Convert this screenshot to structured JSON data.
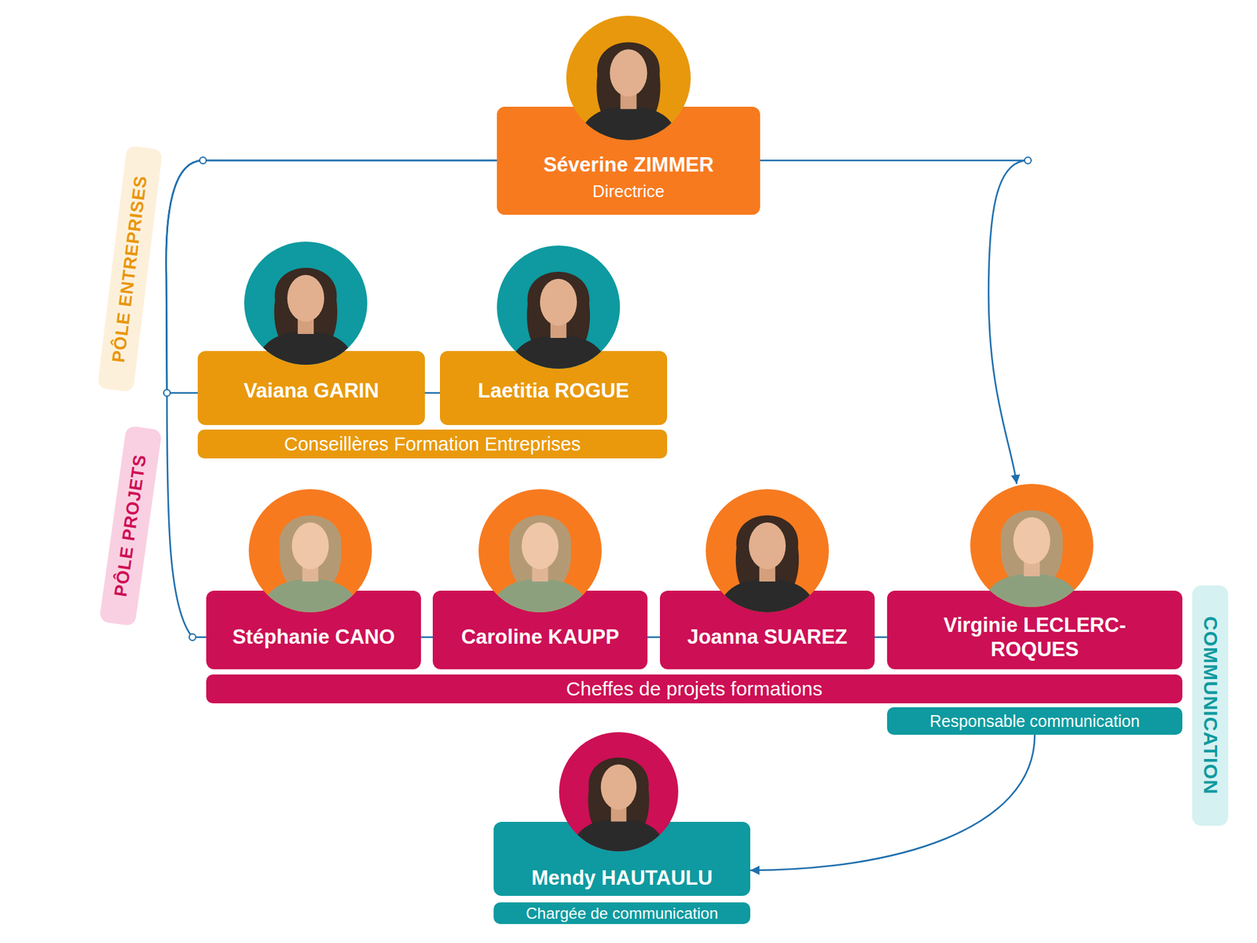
{
  "diagram": {
    "nodes": [
      {
        "text": [
          "Séverine ZIMMER",
          "Directrice"
        ]
      },
      {
        "text": [
          "PÔLE ENTREPRISES"
        ]
      },
      {
        "text": [
          "Vaiana GARIN"
        ]
      },
      {
        "text": [
          "Laetitia ROGUE"
        ]
      },
      {
        "text": [
          "Conseillères Formation Entreprises"
        ]
      },
      {
        "text": [
          "PÔLE PROJETS"
        ]
      },
      {
        "text": [
          "Stéphanie CANO"
        ]
      },
      {
        "text": [
          "Caroline KAUPP"
        ]
      },
      {
        "text": [
          "Joanna SUAREZ"
        ]
      },
      {
        "text": [
          "Virginie LECLERC-ROQUES"
        ]
      },
      {
        "text": [
          "COMMUNICATION"
        ]
      },
      {
        "text": [
          "Cheffes de projets formations"
        ]
      },
      {
        "text": [
          "Responsable communication"
        ]
      },
      {
        "text": [
          "Mendy HAUTAULU"
        ]
      },
      {
        "text": [
          "Chargée de communication"
        ]
      }
    ],
    "edges": [
      {
        "from": 0,
        "to": 2,
        "arrow": "none"
      },
      {
        "from": 0,
        "to": 6,
        "arrow": "none"
      },
      {
        "from": 2,
        "to": 3,
        "arrow": "none"
      },
      {
        "from": 6,
        "to": 7,
        "arrow": "none"
      },
      {
        "from": 7,
        "to": 8,
        "arrow": "none"
      },
      {
        "from": 8,
        "to": 9,
        "arrow": "none"
      },
      {
        "from": 0,
        "to": 9,
        "arrow": "to"
      },
      {
        "from": 12,
        "to": 13,
        "arrow": "to"
      }
    ]
  }
}
